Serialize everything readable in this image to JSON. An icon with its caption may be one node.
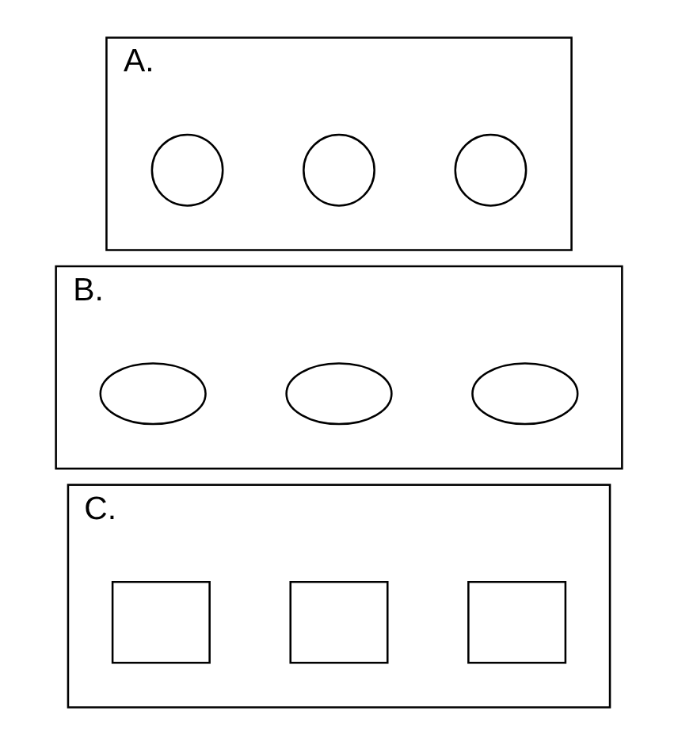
{
  "diagram": {
    "nodes": [
      {
        "text": [
          "A."
        ]
      },
      {
        "text": [],
        "shape": "circle",
        "in": 0
      },
      {
        "text": [],
        "shape": "circle",
        "in": 0
      },
      {
        "text": [],
        "shape": "circle",
        "in": 0
      },
      {
        "text": [
          "B."
        ]
      },
      {
        "text": [],
        "shape": "ellipse",
        "in": 4
      },
      {
        "text": [],
        "shape": "ellipse",
        "in": 4
      },
      {
        "text": [],
        "shape": "ellipse",
        "in": 4
      },
      {
        "text": [
          "C."
        ]
      },
      {
        "text": [],
        "shape": "box",
        "in": 8
      },
      {
        "text": [],
        "shape": "box",
        "in": 8
      },
      {
        "text": [],
        "shape": "box",
        "in": 8
      }
    ]
  }
}
